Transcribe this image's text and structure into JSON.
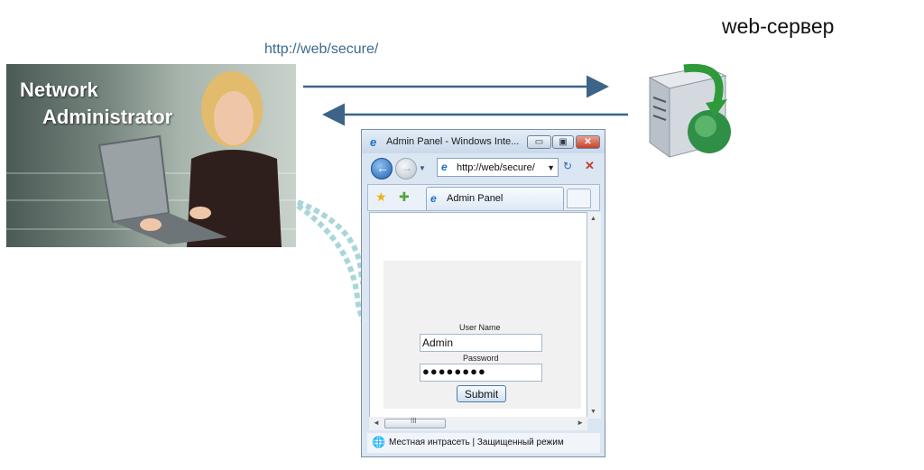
{
  "diagram": {
    "server_label": "web-сервер",
    "url_label": "http://web/secure/",
    "photo_caption_line1": "Network",
    "photo_caption_line2": "Administrator"
  },
  "browser": {
    "window_title": "Admin Panel - Windows Inte...",
    "address": "http://web/secure/",
    "tab_label": "Admin Panel",
    "status_text": "Местная интрасеть | Защищенный режим",
    "form": {
      "username_label": "User Name",
      "username_value": "Admin",
      "password_label": "Password",
      "password_value": "●●●●●●●●",
      "submit_label": "Submit"
    },
    "scroll_grip": "III"
  },
  "colors": {
    "arrow": "#3d6488",
    "dotted_path": "#a8d6d9",
    "url_text": "#3b6a8f"
  }
}
